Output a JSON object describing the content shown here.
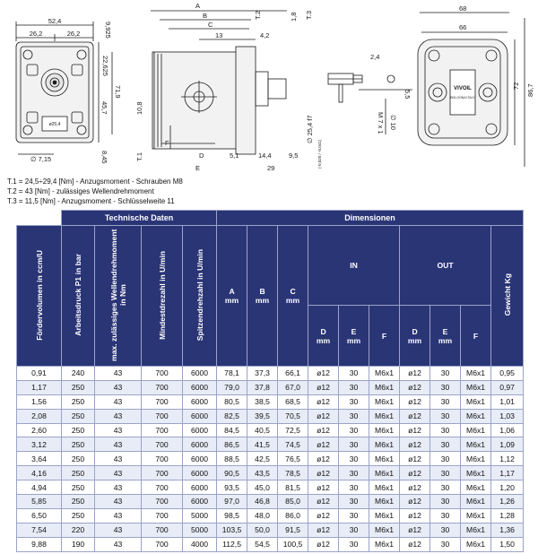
{
  "drawing": {
    "dims": {
      "w52_4": "52,4",
      "w26_2a": "26,2",
      "w26_2b": "26,2",
      "h9_925": "9,925",
      "h22_625": "22,625",
      "h71_9": "71,9",
      "h45_7": "45,7",
      "h8_45": "8,45",
      "d7_15": "∅ 7,15",
      "A": "A",
      "B": "B",
      "C": "C",
      "n13": "13",
      "n4_2": "4,2",
      "T2": "T.2",
      "T3": "T.3",
      "n1_8": "1,8",
      "n10_8": "10,8",
      "F": "F",
      "D": "D",
      "E": "E",
      "T1": "T.1",
      "n5_1": "5,1",
      "n14_4": "14,4",
      "n9_5": "9,5",
      "n29": "29",
      "d25_4": "∅ 25,4 f7",
      "tol": "(-0,020 / -0,041)",
      "n2_4": "2,4",
      "n5_5": "5,5",
      "d10": "∅ 10",
      "m7": "M 7 x 1",
      "w68": "68",
      "w66": "66",
      "h86_7": "86,7",
      "h72": "72",
      "plate_brand": "VIVOIL",
      "plate_city": "BOLOGNA ITALY",
      "plate_label": "ø25,4"
    },
    "colors": {
      "line": "#1a1a1a",
      "hatch": "#555555",
      "fill": "#f2f2f2"
    }
  },
  "notes": [
    "T.1 = 24,5÷29,4 [Nm] - Anzugsmoment - Schrauben M8",
    "T.2 = 43 [Nm] - zulässiges Wellendrehmoment",
    "T.3 = 11,5 [Nm] - Anzugsmoment - Schlüsselweite 11"
  ],
  "table": {
    "group_technische": "Technische Daten",
    "group_dimensionen": "Dimensionen",
    "col_foerder": "Fördervolumen in ccm/U",
    "col_arbeitsdruck": "Arbeitsdruck P1 in bar",
    "col_drehmoment": "max. zulässiges Wellendrehmoment in Nm",
    "col_mindest": "Mindestdrezahl in U/min",
    "col_spitzen": "Spitzendrehzahl in U/min",
    "col_A": "A",
    "col_B": "B",
    "col_C": "C",
    "unit_mm": "mm",
    "in": "IN",
    "out": "OUT",
    "col_D": "D",
    "col_E": "E",
    "col_F": "F",
    "col_gewicht": "Gewicht  Kg",
    "rows": [
      [
        "0,91",
        "240",
        "43",
        "700",
        "6000",
        "78,1",
        "37,3",
        "66,1",
        "ø12",
        "30",
        "M6x1",
        "ø12",
        "30",
        "M6x1",
        "0,95"
      ],
      [
        "1,17",
        "250",
        "43",
        "700",
        "6000",
        "79,0",
        "37,8",
        "67,0",
        "ø12",
        "30",
        "M6x1",
        "ø12",
        "30",
        "M6x1",
        "0,97"
      ],
      [
        "1,56",
        "250",
        "43",
        "700",
        "6000",
        "80,5",
        "38,5",
        "68,5",
        "ø12",
        "30",
        "M6x1",
        "ø12",
        "30",
        "M6x1",
        "1,01"
      ],
      [
        "2,08",
        "250",
        "43",
        "700",
        "6000",
        "82,5",
        "39,5",
        "70,5",
        "ø12",
        "30",
        "M6x1",
        "ø12",
        "30",
        "M6x1",
        "1,03"
      ],
      [
        "2,60",
        "250",
        "43",
        "700",
        "6000",
        "84,5",
        "40,5",
        "72,5",
        "ø12",
        "30",
        "M6x1",
        "ø12",
        "30",
        "M6x1",
        "1,06"
      ],
      [
        "3,12",
        "250",
        "43",
        "700",
        "6000",
        "86,5",
        "41,5",
        "74,5",
        "ø12",
        "30",
        "M6x1",
        "ø12",
        "30",
        "M6x1",
        "1,09"
      ],
      [
        "3,64",
        "250",
        "43",
        "700",
        "6000",
        "88,5",
        "42,5",
        "76,5",
        "ø12",
        "30",
        "M6x1",
        "ø12",
        "30",
        "M6x1",
        "1,12"
      ],
      [
        "4,16",
        "250",
        "43",
        "700",
        "6000",
        "90,5",
        "43,5",
        "78,5",
        "ø12",
        "30",
        "M6x1",
        "ø12",
        "30",
        "M6x1",
        "1,17"
      ],
      [
        "4,94",
        "250",
        "43",
        "700",
        "6000",
        "93,5",
        "45,0",
        "81,5",
        "ø12",
        "30",
        "M6x1",
        "ø12",
        "30",
        "M6x1",
        "1,20"
      ],
      [
        "5,85",
        "250",
        "43",
        "700",
        "6000",
        "97,0",
        "46,8",
        "85,0",
        "ø12",
        "30",
        "M6x1",
        "ø12",
        "30",
        "M6x1",
        "1,26"
      ],
      [
        "6,50",
        "250",
        "43",
        "700",
        "5000",
        "98,5",
        "48,0",
        "86,0",
        "ø12",
        "30",
        "M6x1",
        "ø12",
        "30",
        "M6x1",
        "1,28"
      ],
      [
        "7,54",
        "220",
        "43",
        "700",
        "5000",
        "103,5",
        "50,0",
        "91,5",
        "ø12",
        "30",
        "M6x1",
        "ø12",
        "30",
        "M6x1",
        "1,36"
      ],
      [
        "9,88",
        "190",
        "43",
        "700",
        "4000",
        "112,5",
        "54,5",
        "100,5",
        "ø12",
        "30",
        "M6x1",
        "ø12",
        "30",
        "M6x1",
        "1,50"
      ]
    ]
  }
}
